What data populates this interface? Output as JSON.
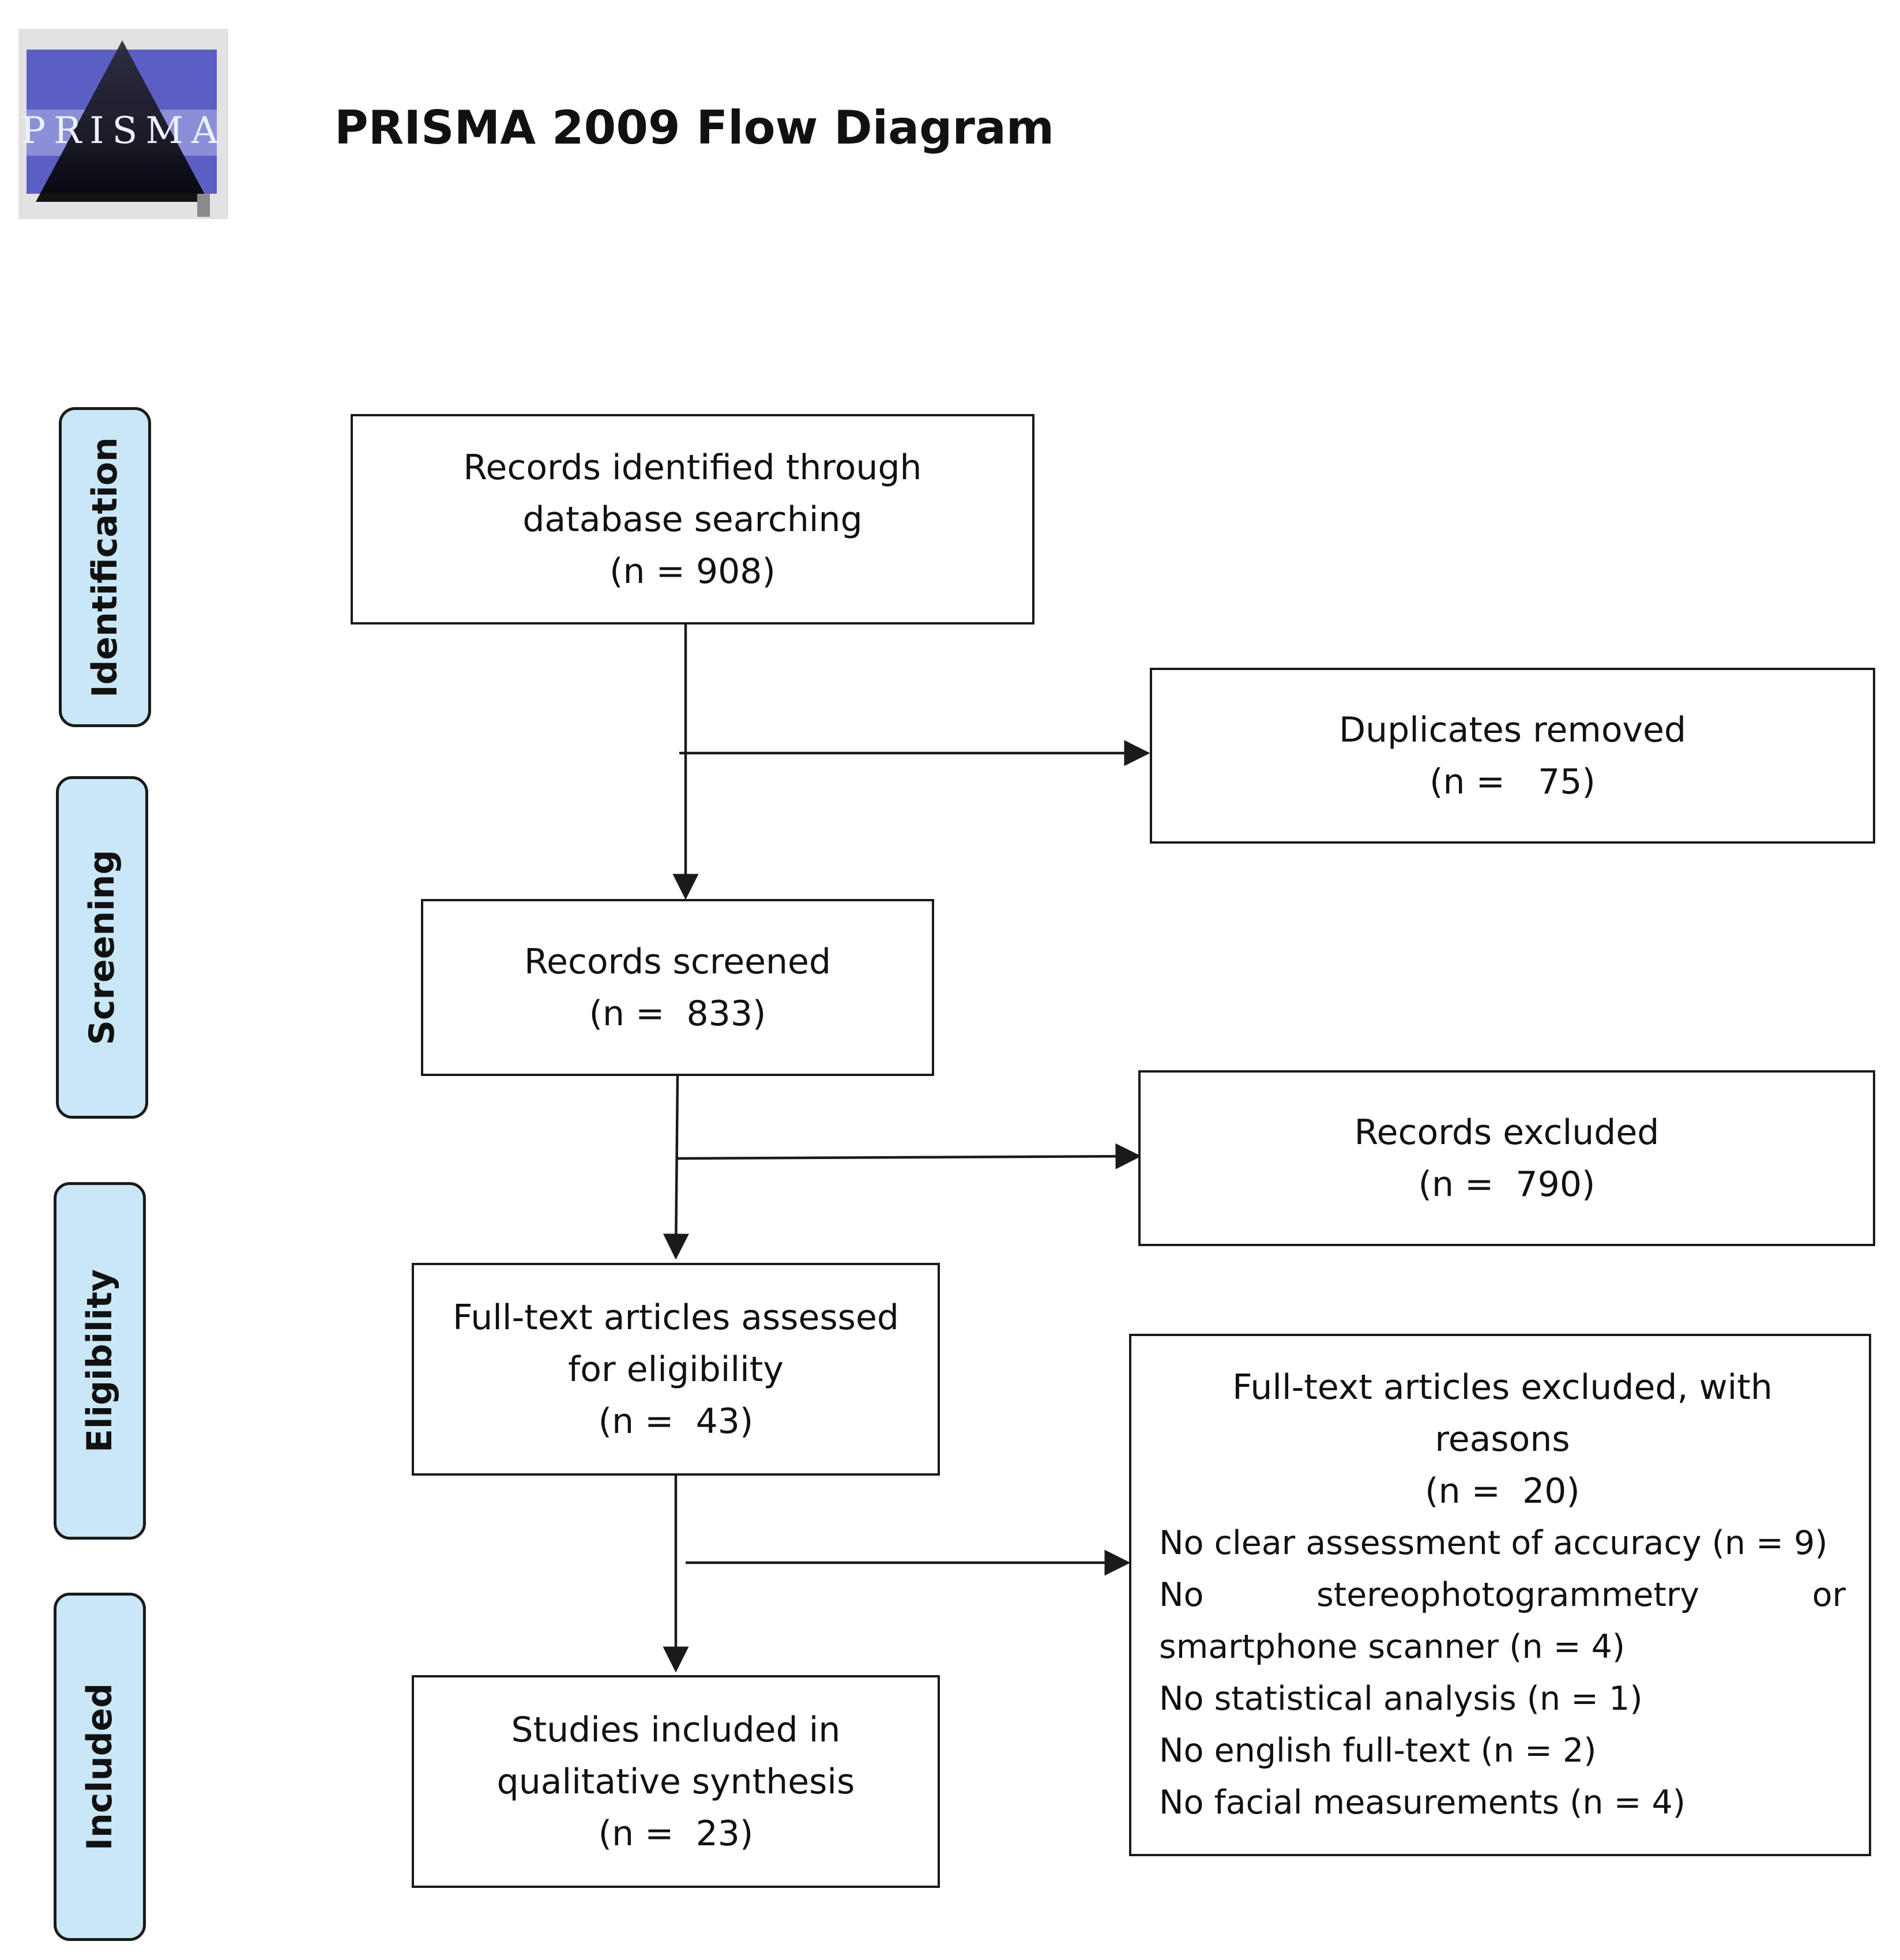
{
  "header": {
    "logo_text": "PRISMA",
    "title": "PRISMA 2009 Flow Diagram"
  },
  "stages": [
    "Identification",
    "Screening",
    "Eligibility",
    "Included"
  ],
  "boxes": {
    "identified": {
      "line1": "Records identified through",
      "line2": "database searching",
      "count": "(n = 908)"
    },
    "duplicates": {
      "line1": "Duplicates removed",
      "count": "(n =   75)"
    },
    "screened": {
      "line1": "Records screened",
      "count": "(n =  833)"
    },
    "records_excluded": {
      "line1": "Records excluded",
      "count": "(n =  790)"
    },
    "fulltext": {
      "line1": "Full-text articles assessed",
      "line2": "for eligibility",
      "count": "(n =  43)"
    },
    "fulltext_excluded": {
      "line1": "Full-text articles excluded, with",
      "line2": "reasons",
      "count": "(n =  20)",
      "reasons": [
        "No clear assessment of accuracy (n = 9)",
        "No stereophotogrammetry or",
        "smartphone scanner (n = 4)",
        "No statistical analysis (n = 1)",
        "No english full-text (n = 2)",
        "No facial measurements (n = 4)"
      ]
    },
    "included": {
      "line1": "Studies included in",
      "line2": "qualitative synthesis",
      "count": "(n =  23)"
    }
  },
  "colors": {
    "stage_fill": "#c9e7f7",
    "logo_blue": "#5b5fc4",
    "line": "#1a1a1a"
  }
}
